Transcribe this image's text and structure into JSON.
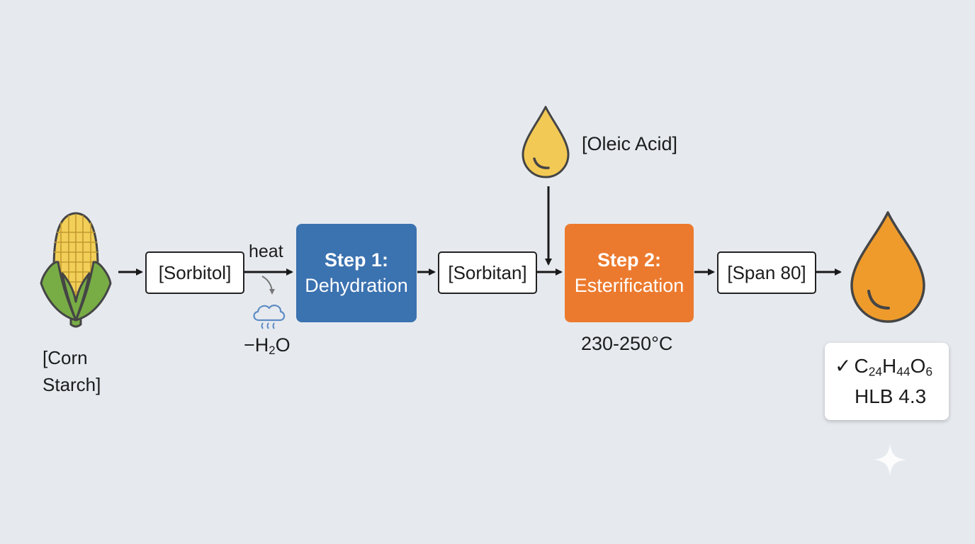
{
  "inputs": {
    "corn_starch_line1": "[Corn",
    "corn_starch_line2": "Starch]",
    "oleic_acid": "[Oleic Acid]"
  },
  "intermediates": {
    "sorbitol": "[Sorbitol]",
    "sorbitan": "[Sorbitan]",
    "span80": "[Span 80]"
  },
  "steps": [
    {
      "title": "Step 1:",
      "name": "Dehydration",
      "color": "#3b72b0"
    },
    {
      "title": "Step 2:",
      "name": "Esterification",
      "color": "#ec7a2e"
    }
  ],
  "conditions": {
    "heat": "heat",
    "water_loss_prefix": "−H",
    "water_loss_sub": "2",
    "water_loss_suffix": "O",
    "temperature": "230-250°C"
  },
  "product": {
    "check": "✓",
    "formula": [
      {
        "el": "C",
        "n": "24"
      },
      {
        "el": "H",
        "n": "44"
      },
      {
        "el": "O",
        "n": "6"
      }
    ],
    "hlb": "HLB 4.3"
  },
  "icons": {
    "corn": "corn-cob-icon",
    "oleic_drop": "oil-drop-icon",
    "product_drop": "oil-drop-icon",
    "steam": "steam-cloud-icon",
    "watermark": "sparkle-icon"
  },
  "colors": {
    "background": "#e6eaef",
    "oleic_drop": "#f3c955",
    "product_drop": "#ee9b2c",
    "corn_leaf": "#78ad45",
    "corn_kernel": "#f1cf59"
  }
}
